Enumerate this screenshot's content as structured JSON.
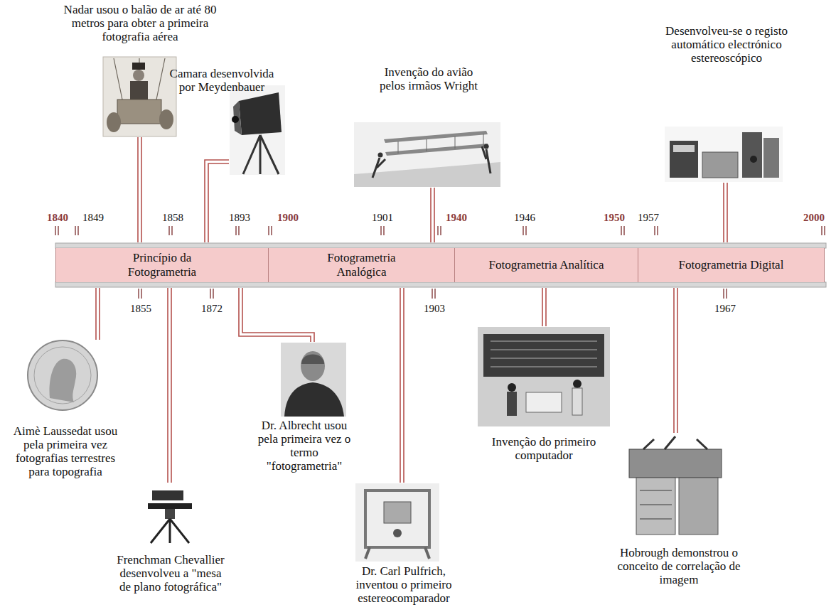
{
  "diagram": {
    "nodes": [
      {
        "text": [
          "Princípio da Fotogrametria"
        ]
      },
      {
        "text": [
          "Fotogrametria Analógica"
        ]
      },
      {
        "text": [
          "Fotogrametria Analítica"
        ]
      },
      {
        "text": [
          "Fotogrametria Digital"
        ]
      }
    ],
    "labels": [
      "Nadar usou o balão de ar até 80 metros para obter a primeira fotografia aérea",
      "Camara desenvolvida por Meydenbauer",
      "Invenção do avião pelos irmãos Wright",
      "Desenvolveu-se o registo automático electrónico estereoscópico",
      "1840",
      "1849",
      "1858",
      "1893",
      "1900",
      "1901",
      "1940",
      "1946",
      "1950",
      "1957",
      "2000",
      "1855",
      "1872",
      "1903",
      "1967",
      "Aimè Laussedat usou pela primeira vez fotografias terrestres para topografia",
      "Dr. Albrecht usou pela primeira vez o termo \"fotogrametria\"",
      "Invenção do primeiro computador",
      "Frenchman Chevallier desenvolveu a \"mesa de plano fotográfica\"",
      "Dr. Carl Pulfrich, inventou o primeiro estereocomparador",
      "Hobrough demonstrou o conceito de correlação de imagem"
    ]
  }
}
